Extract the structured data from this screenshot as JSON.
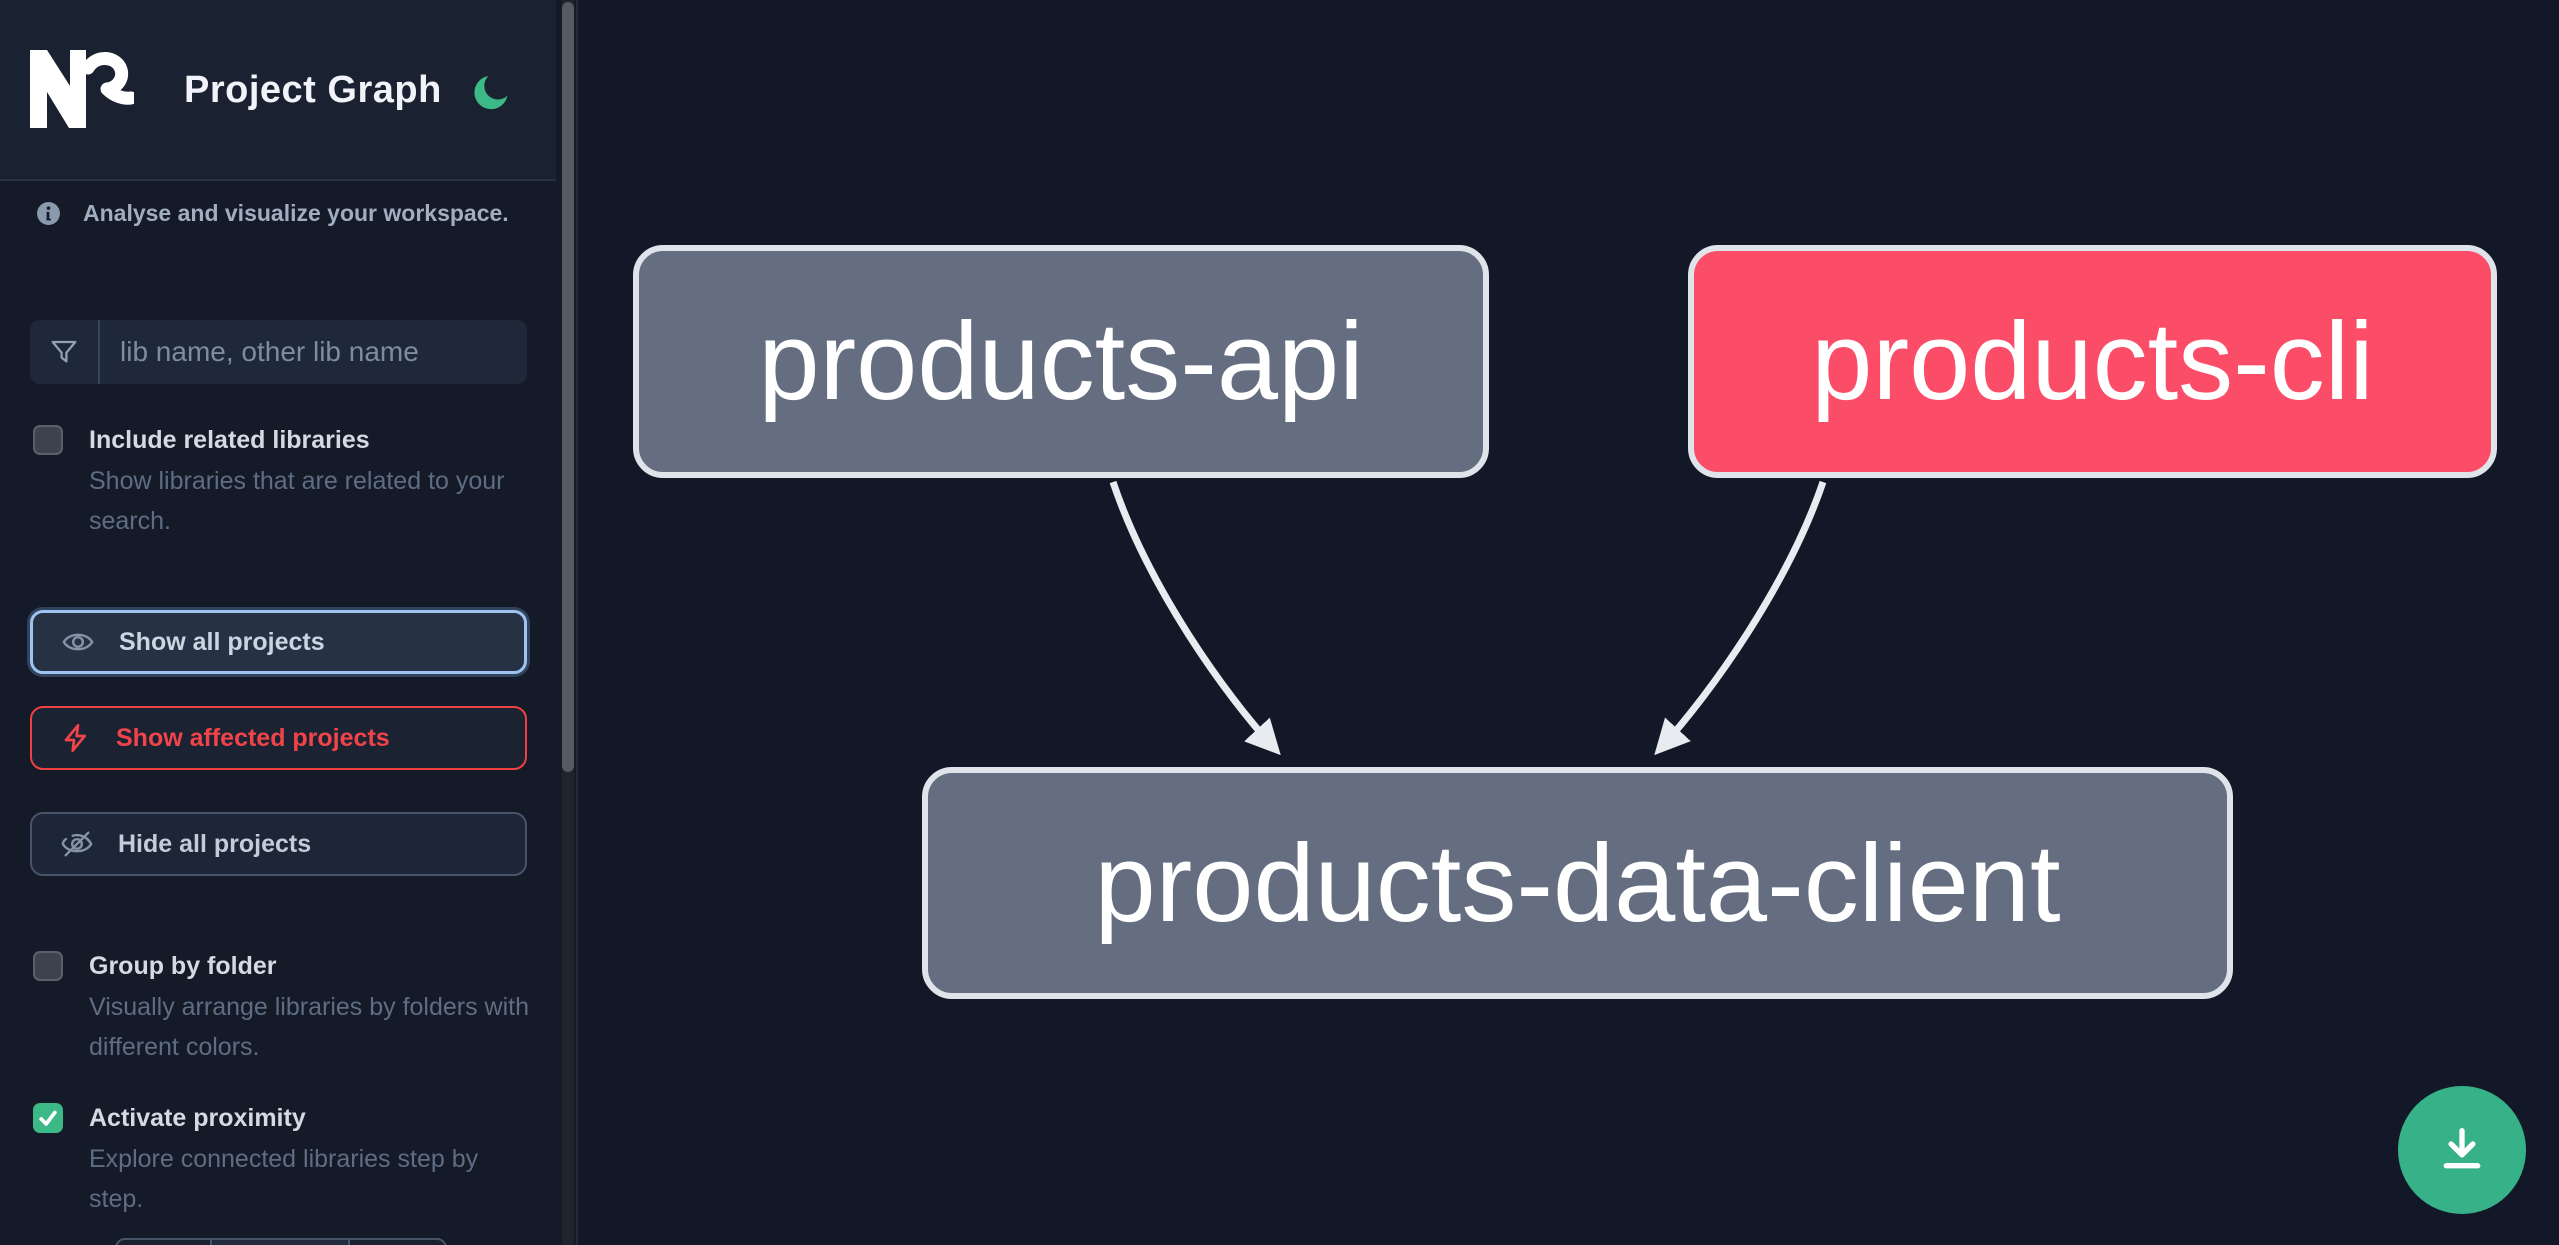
{
  "header": {
    "title": "Project Graph"
  },
  "sidebar": {
    "tagline": "Analyse and visualize your workspace.",
    "filter_placeholder": "lib name, other lib name",
    "checkboxes": [
      {
        "label": "Include related libraries",
        "description": "Show libraries that are related to your search.",
        "checked": false
      },
      {
        "label": "Group by folder",
        "description": "Visually arrange libraries by folders with different colors.",
        "checked": false
      },
      {
        "label": "Activate proximity",
        "description": "Explore connected libraries step by step.",
        "checked": true
      }
    ],
    "buttons": [
      {
        "label": "Show all projects",
        "state": "focused"
      },
      {
        "label": "Show affected projects",
        "state": "affected"
      },
      {
        "label": "Hide all projects",
        "state": "default"
      }
    ]
  },
  "graph": {
    "nodes": [
      {
        "label": "products-api",
        "state": "default"
      },
      {
        "label": "products-cli",
        "state": "affected"
      },
      {
        "label": "products-data-client",
        "state": "default"
      }
    ],
    "edges": [
      {
        "from": "products-api",
        "to": "products-data-client"
      },
      {
        "from": "products-cli",
        "to": "products-data-client"
      }
    ]
  },
  "colors": {
    "canvas_bg": "#121827",
    "sidebar_bg": "#141a28",
    "header_bg": "#1a2130",
    "node_gray": "#646e80",
    "node_affected_pink": "#fb4c68",
    "node_border": "#dfe4ea",
    "edge": "#e8ebef",
    "accent_blue_border": "#9ec3ef",
    "affected_red": "#ef4043",
    "brand_green": "#3db887",
    "download_green": "#37b288"
  }
}
